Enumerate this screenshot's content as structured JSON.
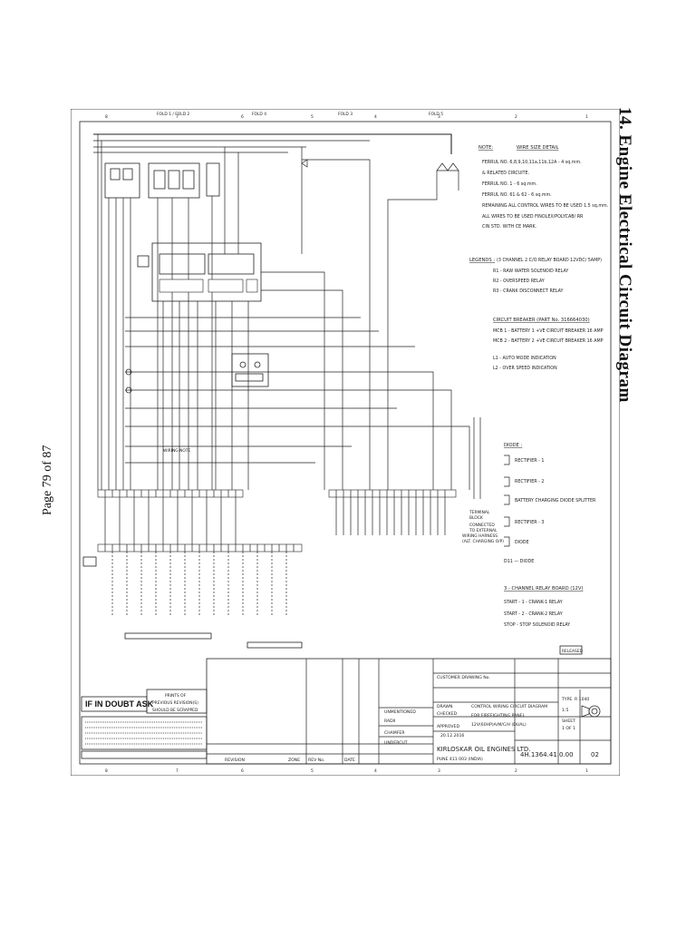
{
  "page": {
    "heading": "14. Engine Electrical Circuit Diagram",
    "page_number": "Page 79 of 87"
  },
  "drawing": {
    "zone_numbers_top": [
      "8",
      "7",
      "6",
      "5",
      "4",
      "3",
      "2",
      "1"
    ],
    "fold_labels": [
      "FOLD 1 / FOLD 2",
      "FOLD 4",
      "FOLD 3",
      "FOLD 5"
    ],
    "note_header": "NOTE:",
    "wire_size_header": "WIRE SIZE DETAIL",
    "wire_notes": [
      "FERRUL NO. 6,8,9,10,11a,11b,12A - 4 sq.mm.",
      "& RELATED CIRCUITE.",
      "FERRUL NO. 1 - 6 sq.mm.",
      "FERRUL NO. 61 & 62 - 6 sq.mm.",
      "REMAINING ALL CONTROL WIRES TO BE USED 1.5 sq.mm.",
      "ALL WIRES TO BE USED FINOLEX/POLYCAB/ RR",
      "CIN STD.   WITH CE MARK."
    ],
    "legend_header": "LEGENDS :",
    "legend_title": "(3 CHANNEL 2 C/O RELAY BOARD 12VDC/ 5AMP)",
    "legend_items": [
      "R1 - RAW WATER SOLENOID RELAY",
      "R2 - OVERSPEED RELAY",
      "R3 - CRANK DISCONNECT RELAY"
    ],
    "breaker_header": "CIRCUIT BREAKER (PART No. 316664030)",
    "breaker_items": [
      "MCB 1 - BATTERY 1 +VE CIRCUIT BREAKER 16 AMP",
      "MCB 2 - BATTERY 2 +VE CIRCUIT BREAKER 16 AMP"
    ],
    "indication_items": [
      "L1 - AUTO MODE INDICATION",
      "L2 - OVER SPEED INDICATION"
    ],
    "diode_header": "DIODE :",
    "diode_items": [
      "RECTIFIER - 1",
      "RECTIFIER - 2",
      "BATTERY CHARGING DIODE SPLITTER",
      "RECTIFIER - 3",
      "DIODE"
    ],
    "diode_d11": "D11 — DIODE",
    "relay_board_header": "3 - CHANNEL RELAY BOARD (12V)",
    "relay_board_items": [
      "START - 1 - CRANK-1 RELAY",
      "START - 2 - CRANK-2 RELAY",
      "STOP  - STOP SOLENOID RELAY"
    ],
    "connected_note": [
      "TERMINAL",
      "BLOCK",
      "CONNECTED",
      "TO EXTERNAL",
      "WIRING HARNESS",
      "(ALT. CHARGING O/P)"
    ],
    "ask_box": "IF IN DOUBT ASK",
    "prints_note": [
      "PRINTS OF",
      "PREVIOUS REVISION(S)",
      "SHOULD BE SCRAPPED"
    ],
    "title_block": {
      "company": "KIRLOSKAR OIL ENGINES LTD.",
      "address": "PUNE  411 003  (INDIA)",
      "drawing_title": [
        "CONTROL WIRING CIRCUIT DIAGRAM",
        "FOR FIREFIGHTING PANEL",
        "12V(60HP)A/M/C/H (DUAL)"
      ],
      "drawing_number": "4H.1364.41.0.00",
      "revision": "02",
      "unmentioned": "UNMENTIONED",
      "scale_value": "1:5",
      "sheet": "1 OF 1",
      "date": "20.12.2016",
      "labels": [
        "RADII",
        "CHAMFER",
        "UNDERCUT",
        "REVISION",
        "ZONE",
        "REV No.",
        "DATE",
        "CUSTOMER DRAWING No.",
        "TYPE",
        "SHEET",
        "DRAWN",
        "CHECKED",
        "APPROVED"
      ],
      "type_value": "R 1040",
      "released_stamp": "RELEASED"
    }
  }
}
